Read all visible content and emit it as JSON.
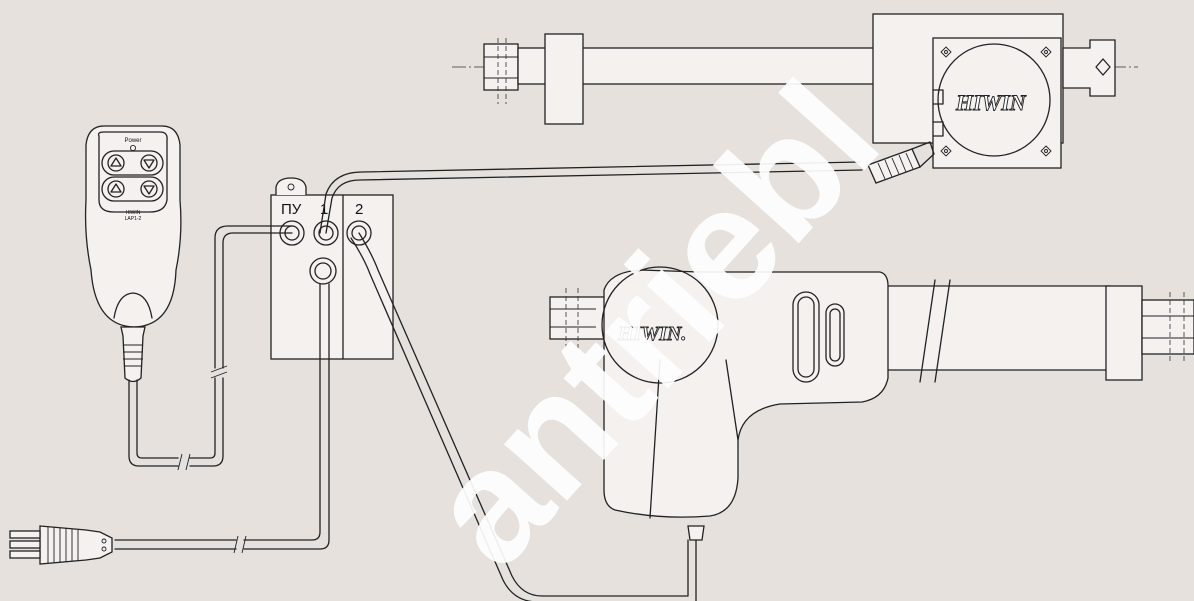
{
  "diagram": {
    "remote": {
      "power_label": "Power",
      "brand": "HIWIN",
      "model": "LAP1-2"
    },
    "control_box": {
      "ports": [
        "ПУ",
        "1",
        "2"
      ]
    },
    "actuator_top": {
      "brand": "HIWIN"
    },
    "actuator_bottom": {
      "brand": "HIWIN."
    },
    "watermark": "antriebl"
  },
  "colors": {
    "background": "#e6e1dc",
    "line": "#222222",
    "part_fill": "#f4f1ee",
    "watermark": "#ffffff"
  }
}
